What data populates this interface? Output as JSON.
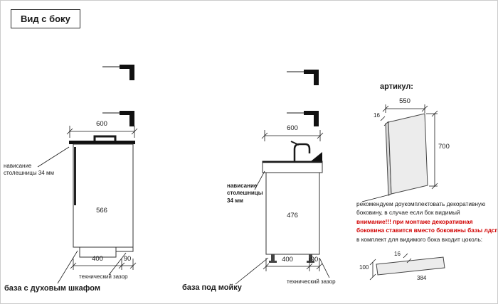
{
  "title": "Вид с боку",
  "colors": {
    "red": "#d10000",
    "line": "#1a1a1a",
    "panel_fill": "#ececec"
  },
  "oven_base": {
    "label": "база с духовым шкафом",
    "top_width": "600",
    "height": "566",
    "bottom_depth": "400",
    "back_gap": "90",
    "overhang_line1": "нависание",
    "overhang_line2": "столешницы 34 мм",
    "gap_label": "технический зазор"
  },
  "sink_base": {
    "label": "база под мойку",
    "top_width": "600",
    "height": "476",
    "bottom_depth": "400",
    "back_gap": "90",
    "overhang_line1": "нависание",
    "overhang_line2": "столешницы",
    "overhang_line3": "34 мм",
    "gap_label": "технический зазор"
  },
  "side_panel": {
    "heading": "артикул:",
    "width": "550",
    "thickness": "16",
    "height": "700",
    "note_1": "рекомендуем доукомплектовать декоративную боковину, в случае если бок видимый",
    "note_warning": "внимание!!! при монтаже декоративная боковина ставится вместо боковины базы лдсп",
    "note_2": "в комплект для видимого бока входит цоколь:"
  },
  "plinth": {
    "height": "100",
    "thickness": "16",
    "length": "384"
  }
}
